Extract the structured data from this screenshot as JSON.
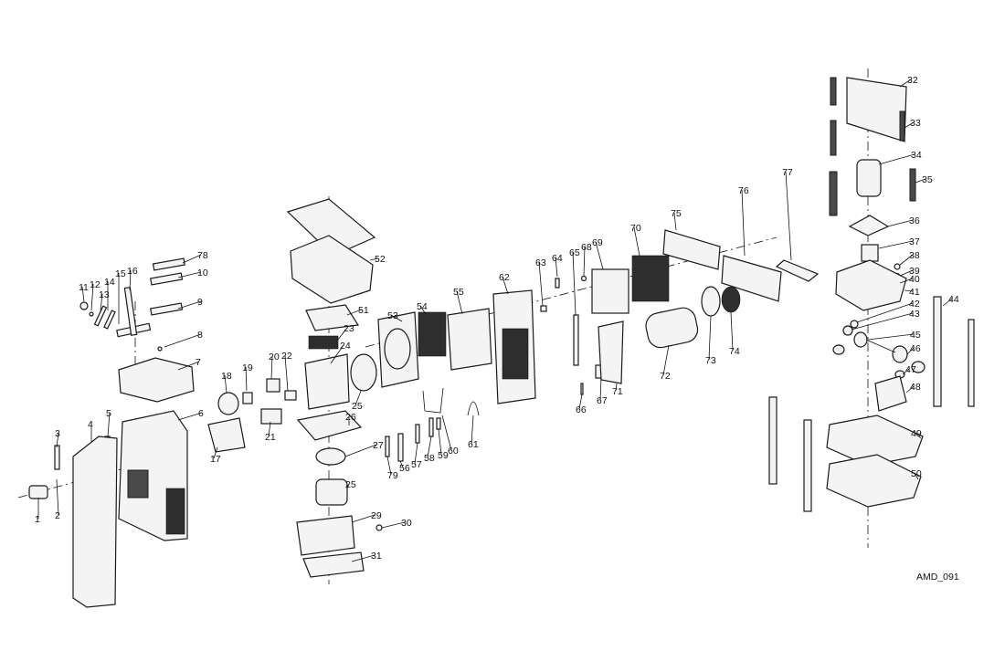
{
  "drawing_id": "AMD_091",
  "part_numbers": [
    "1",
    "2",
    "3",
    "4",
    "5",
    "6",
    "7",
    "8",
    "9",
    "10",
    "11",
    "12",
    "13",
    "14",
    "15",
    "16",
    "17",
    "18",
    "19",
    "20",
    "21",
    "22",
    "23",
    "24",
    "25",
    "25",
    "26",
    "27",
    "29",
    "30",
    "31",
    "32",
    "33",
    "34",
    "35",
    "36",
    "37",
    "38",
    "39",
    "40",
    "41",
    "42",
    "43",
    "44",
    "45",
    "46",
    "47",
    "48",
    "49",
    "50",
    "51",
    "52",
    "53",
    "54",
    "55",
    "56",
    "57",
    "58",
    "59",
    "60",
    "61",
    "62",
    "63",
    "64",
    "65",
    "66",
    "67",
    "68",
    "69",
    "70",
    "71",
    "72",
    "73",
    "74",
    "75",
    "76",
    "77",
    "78",
    "79"
  ]
}
